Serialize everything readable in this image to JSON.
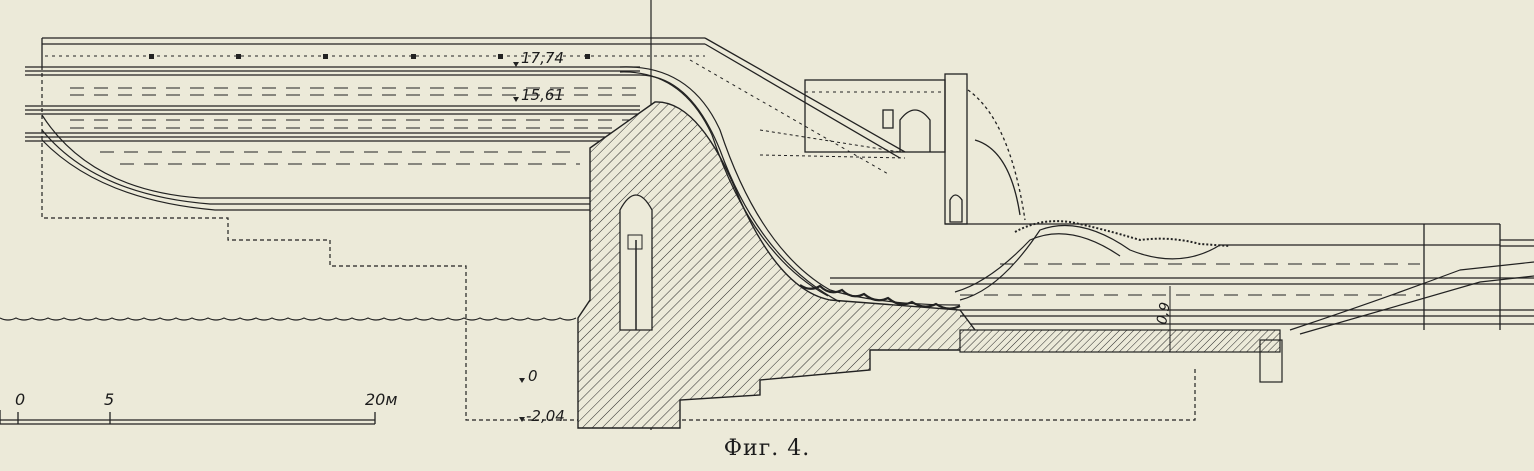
{
  "figure": {
    "caption": "Фиг. 4.",
    "elevations": {
      "top_water": "17,74",
      "second_water": "15,61",
      "base": "0",
      "foundation": "-2,04"
    },
    "depth_label": "0,9",
    "scale_bar": {
      "labels": [
        "0",
        "5",
        "20м"
      ]
    }
  }
}
